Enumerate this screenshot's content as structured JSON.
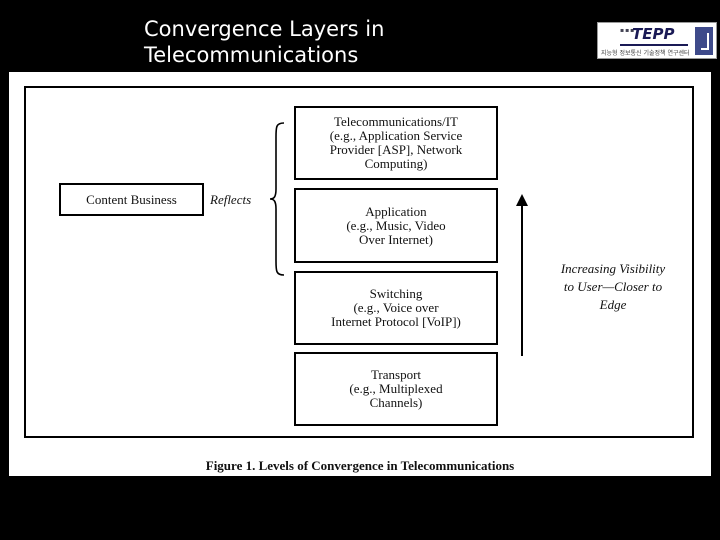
{
  "slide": {
    "title": "Convergence Layers in\nTelecommunications"
  },
  "logo": {
    "name": "TEPP",
    "subtitle": "지능형 정보통신 기술정책 연구센터"
  },
  "diagram": {
    "content_box": "Content Business",
    "reflects_label": "Reflects",
    "layers": [
      "Telecommunications/IT\n(e.g., Application Service\nProvider [ASP], Network\nComputing)",
      "Application\n(e.g., Music, Video\nOver Internet)",
      "Switching\n(e.g., Voice over\nInternet Protocol [VoIP])",
      "Transport\n(e.g., Multiplexed\nChannels)"
    ],
    "visibility_label": "Increasing Visibility\nto User—Closer to\nEdge",
    "caption": "Figure 1.  Levels of Convergence in Telecommunications"
  }
}
